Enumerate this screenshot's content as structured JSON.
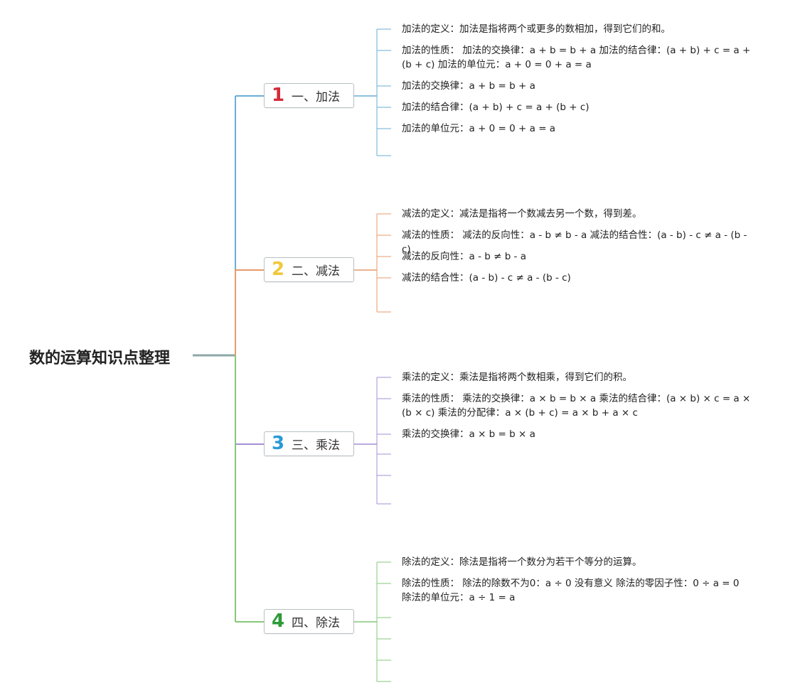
{
  "root": {
    "title": "数的运算知识点整理"
  },
  "branches": [
    {
      "badge": "1",
      "label": "一、加法",
      "color": "#6aaed6",
      "badge_color": "#d42c3a",
      "leaves": [
        "加法的定义：加法是指将两个或更多的数相加，得到它们的和。",
        "加法的性质： 加法的交换律：a + b = b + a 加法的结合律：(a + b) + c = a + (b + c) 加法的单位元：a + 0 = 0 + a = a",
        "加法的交换律：a + b = b + a",
        "加法的结合律：(a + b) + c = a + (b + c)",
        "加法的单位元：a + 0 = 0 + a = a"
      ]
    },
    {
      "badge": "2",
      "label": "二、减法",
      "color": "#e89a6a",
      "badge_color": "#f0c93c",
      "leaves": [
        "减法的定义：减法是指将一个数减去另一个数，得到差。",
        "减法的性质： 减法的反向性：a - b ≠ b - a 减法的结合性：(a - b) - c ≠ a - (b - c)",
        "减法的反向性：a - b ≠ b - a",
        "减法的结合性：(a - b) - c ≠ a - (b - c)"
      ]
    },
    {
      "badge": "3",
      "label": "三、乘法",
      "color": "#a48fd6",
      "badge_color": "#2a9ad8",
      "leaves": [
        "乘法的定义：乘法是指将两个数相乘，得到它们的积。",
        "乘法的性质： 乘法的交换律：a × b = b × a 乘法的结合律：(a × b) × c = a × (b × c) 乘法的分配律：a × (b + c) = a × b + a × c",
        "乘法的交换律：a × b = b × a"
      ]
    },
    {
      "badge": "4",
      "label": "四、除法",
      "color": "#86c878",
      "badge_color": "#2e9a3a",
      "leaves": [
        "除法的定义：除法是指将一个数分为若干个等分的运算。",
        "除法的性质： 除法的除数不为0：a ÷ 0 没有意义 除法的零因子性：0 ÷ a = 0 除法的单位元：a ÷ 1 = a"
      ]
    }
  ]
}
